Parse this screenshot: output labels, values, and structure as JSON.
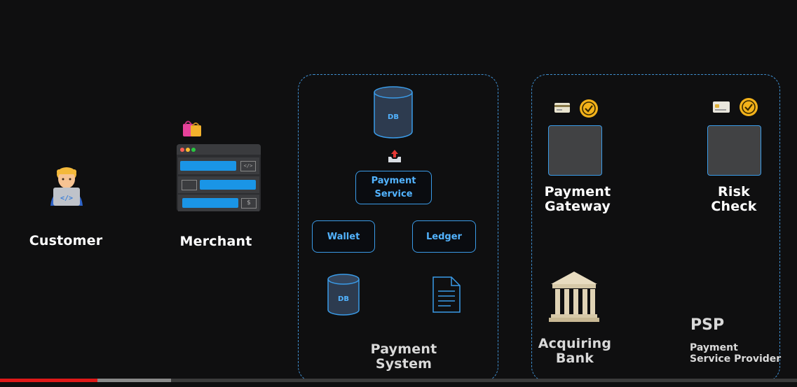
{
  "actors": {
    "customer": "Customer",
    "merchant": "Merchant"
  },
  "payment_system": {
    "db_top": "DB",
    "service": "Payment\nService",
    "wallet": "Wallet",
    "ledger": "Ledger",
    "db_bottom": "DB",
    "title": "Payment\nSystem"
  },
  "psp": {
    "gateway": "Payment\nGateway",
    "risk": "Risk\nCheck",
    "bank": "Acquiring\nBank",
    "psp_abbr": "PSP",
    "psp_full": "Payment\nService Provider"
  },
  "merchant_ui": {
    "code_icon": "</>",
    "dollar_icon": "$"
  },
  "colors": {
    "accent": "#3a9be8",
    "bar_fill": "#1a95e6",
    "progress_played": "#e01919"
  },
  "video_progress": {
    "played_fraction": 0.122,
    "buffered_fraction": 0.215
  }
}
